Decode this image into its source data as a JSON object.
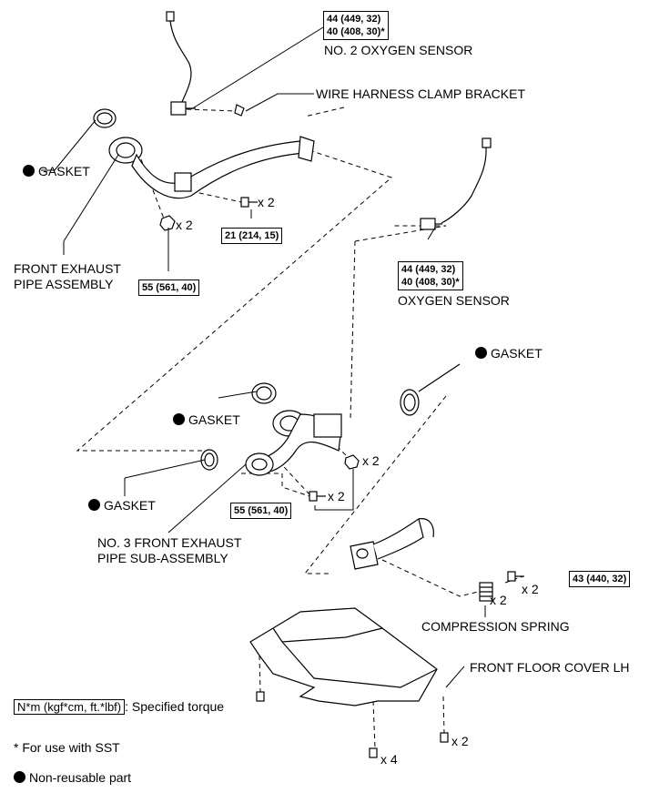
{
  "labels": {
    "no2_oxygen_sensor": "NO. 2 OXYGEN SENSOR",
    "wire_harness_clamp_bracket": "WIRE HARNESS CLAMP BRACKET",
    "gasket": "GASKET",
    "front_exhaust_pipe_assembly_line1": "FRONT EXHAUST",
    "front_exhaust_pipe_assembly_line2": "PIPE ASSEMBLY",
    "oxygen_sensor": "OXYGEN SENSOR",
    "no3_front_exhaust_line1": "NO. 3 FRONT EXHAUST",
    "no3_front_exhaust_line2": "PIPE SUB-ASSEMBLY",
    "compression_spring": "COMPRESSION SPRING",
    "front_floor_cover_lh": "FRONT FLOOR COVER LH"
  },
  "torques": {
    "no2_sensor_line1": "44 (449, 32)",
    "no2_sensor_line2": "40 (408, 30)*",
    "bolt_21": "21 (214, 15)",
    "nut_55_top": "55 (561, 40)",
    "oxygen_sensor_line1": "44 (449, 32)",
    "oxygen_sensor_line2": "40 (408, 30)*",
    "nut_55_mid": "55 (561, 40)",
    "bolt_43": "43 (440, 32)"
  },
  "quantities": {
    "bolt_top": "x 2",
    "nut_top": "x 2",
    "nut_mid": "x 2",
    "bolt_mid": "x 2",
    "spring": "x 2",
    "bolt_spring": "x 2",
    "cover_bolt_right": "x 2",
    "cover_bolt_bottom": "x 4"
  },
  "legend": {
    "torque_box": "N*m (kgf*cm, ft.*lbf)",
    "torque_desc": ": Specified torque",
    "sst_note": "* For use with SST",
    "non_reusable": "Non-reusable part"
  }
}
